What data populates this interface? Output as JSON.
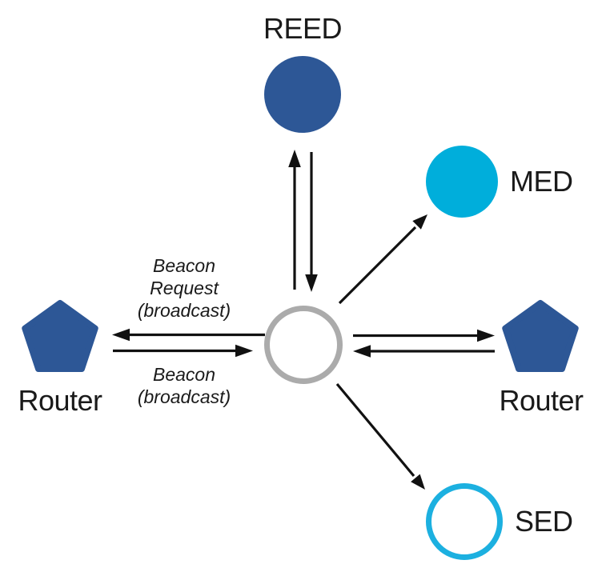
{
  "diagram": {
    "title": "network-topology-beacon-exchange",
    "nodes": {
      "reed": {
        "label": "REED",
        "shape": "filled-circle"
      },
      "med": {
        "label": "MED",
        "shape": "filled-circle"
      },
      "sed": {
        "label": "SED",
        "shape": "outline-circle"
      },
      "router_left": {
        "label": "Router",
        "shape": "pentagon"
      },
      "router_right": {
        "label": "Router",
        "shape": "pentagon"
      },
      "joiner": {
        "label": "",
        "shape": "outline-circle"
      }
    },
    "annotations": {
      "beacon_request": {
        "line1": "Beacon",
        "line2": "Request",
        "line3": "(broadcast)"
      },
      "beacon": {
        "line1": "Beacon",
        "line2": "(broadcast)"
      }
    },
    "colors": {
      "node_blue": "#2D5796",
      "med_cyan": "#00AEDB",
      "sed_cyan": "#1CB0E0",
      "joiner_gray": "#ABABAB",
      "arrow_black": "#111111",
      "white": "#FFFFFF"
    }
  }
}
